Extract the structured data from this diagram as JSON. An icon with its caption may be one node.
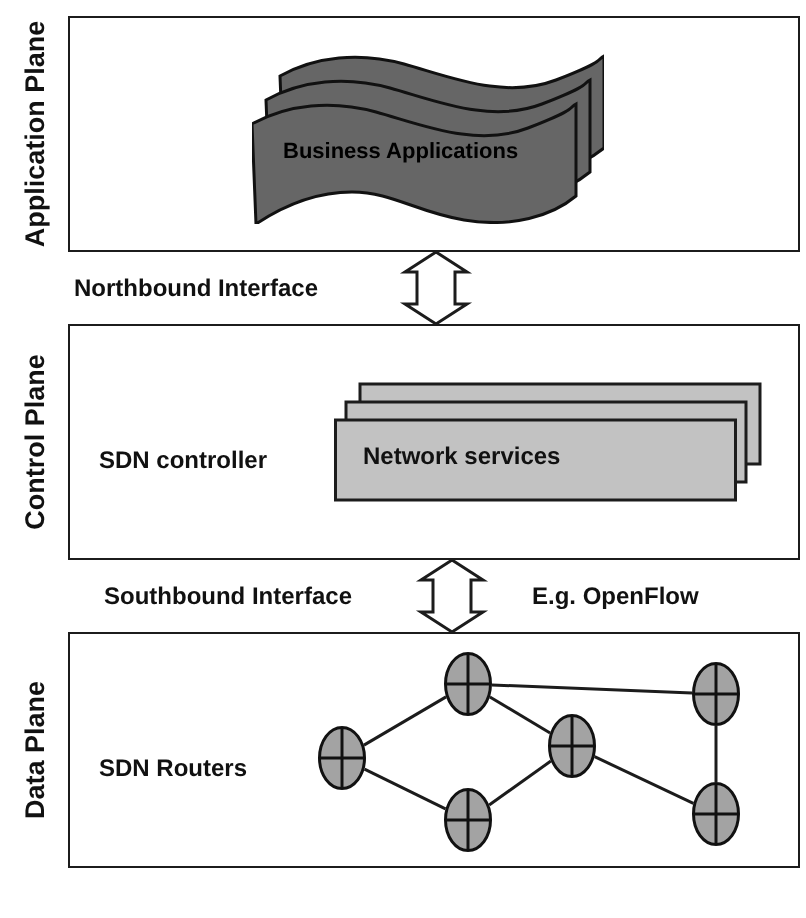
{
  "diagram": {
    "nodes": [
      {
        "text": [
          "Application Plane"
        ]
      },
      {
        "text": [
          "Business Applications"
        ],
        "in": 0
      },
      {
        "text": [
          "Control Plane",
          "SDN controller"
        ]
      },
      {
        "text": [
          "Network services"
        ],
        "in": 2
      },
      {
        "text": [
          "Data Plane",
          "SDN Routers"
        ]
      },
      {
        "text": [],
        "shape": "circle",
        "in": 4
      },
      {
        "text": [],
        "shape": "circle",
        "in": 4
      },
      {
        "text": [],
        "shape": "circle",
        "in": 4
      },
      {
        "text": [],
        "shape": "circle",
        "in": 4
      },
      {
        "text": [],
        "shape": "circle",
        "in": 4
      },
      {
        "text": [],
        "shape": "circle",
        "in": 4
      }
    ],
    "edges": [
      {
        "from": 0,
        "to": 2,
        "arrow": "both",
        "label": "Northbound Interface",
        "style": "thick"
      },
      {
        "from": 2,
        "to": 4,
        "arrow": "both",
        "label": "Southbound Interface",
        "style": "thick"
      },
      {
        "from": 6,
        "to": 9,
        "arrow": "none"
      },
      {
        "from": 5,
        "to": 6,
        "arrow": "none"
      },
      {
        "from": 6,
        "to": 8,
        "arrow": "none"
      },
      {
        "from": 5,
        "to": 7,
        "arrow": "none"
      },
      {
        "from": 7,
        "to": 8,
        "arrow": "none"
      },
      {
        "from": 8,
        "to": 10,
        "arrow": "none"
      },
      {
        "from": 9,
        "to": 10,
        "arrow": "none"
      }
    ],
    "labels": [
      "E.g. OpenFlow"
    ]
  }
}
